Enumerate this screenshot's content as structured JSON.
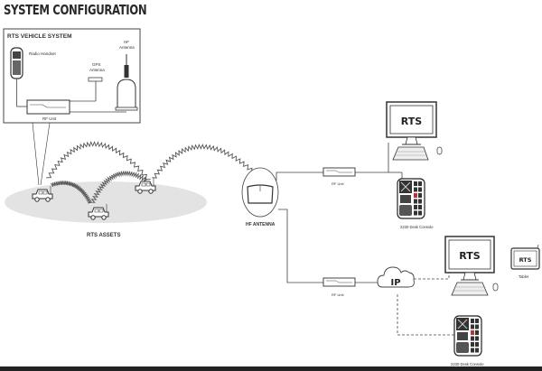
{
  "title": "SYSTEM CONFIGURATION",
  "vehicle_system": {
    "heading": "RTS VEHICLE SYSTEM",
    "radio_handset": "Radio Handset",
    "gps_antenna": "GPS Antenna",
    "hf_antenna": "HF Antenna",
    "rf_unit": "RF Unit"
  },
  "assets_label": "RTS ASSETS",
  "hf_antenna_label": "HF ANTENNA",
  "upper_branch": {
    "rf_unit": "RF Unit",
    "monitor_text": "RTS",
    "console_label": "2230 Desk Console"
  },
  "lower_branch": {
    "rf_unit": "RF Unit",
    "cloud_text": "IP",
    "monitor_text": "RTS",
    "tablet_text": "RTS",
    "tablet_label": "Tablet",
    "console_label": "2230 Desk Console"
  }
}
